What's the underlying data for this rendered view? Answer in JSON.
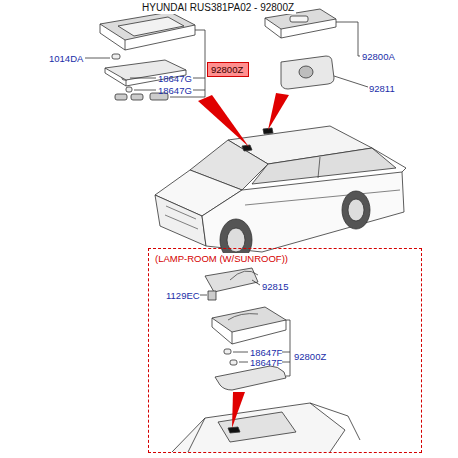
{
  "diagram": {
    "title": "HYUNDAI RUS381PA02 - 92800Z",
    "nodes": [
      {
        "text": [
          "92800Z"
        ]
      },
      {
        "text": [
          "(LAMP-ROOM (W/SUNROOF))"
        ]
      }
    ],
    "labels": [
      "1014DA",
      "18647G",
      "18647G",
      "92800A",
      "92811",
      "92815",
      "1129EC",
      "18647F",
      "18647F",
      "92800Z"
    ]
  }
}
